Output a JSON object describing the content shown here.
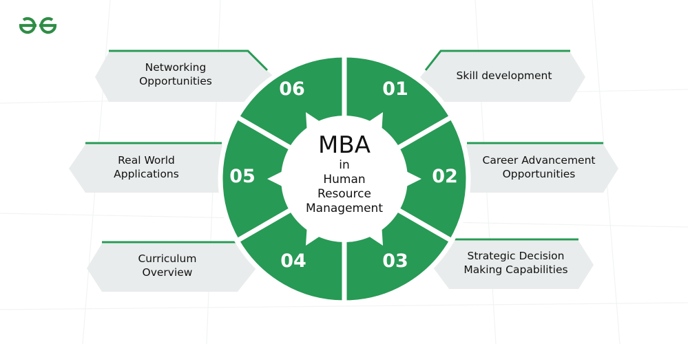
{
  "brand": {
    "logo_icon": "gfg-logo-icon",
    "accent": "#2f8d46"
  },
  "colors": {
    "segment": "#279a55",
    "tab_shadow": "#e9ecec",
    "tab_line": "#279a55"
  },
  "center": {
    "title": "MBA",
    "line1": "in",
    "line2": "Human",
    "line3": "Resource",
    "line4": "Management"
  },
  "segments": [
    {
      "number": "01",
      "label_line1": "Skill development",
      "label_line2": ""
    },
    {
      "number": "02",
      "label_line1": "Career Advancement",
      "label_line2": "Opportunities"
    },
    {
      "number": "03",
      "label_line1": "Strategic Decision",
      "label_line2": "Making Capabilities"
    },
    {
      "number": "04",
      "label_line1": "Curriculum",
      "label_line2": "Overview"
    },
    {
      "number": "05",
      "label_line1": "Real World",
      "label_line2": "Applications"
    },
    {
      "number": "06",
      "label_line1": "Networking",
      "label_line2": "Opportunities"
    }
  ]
}
